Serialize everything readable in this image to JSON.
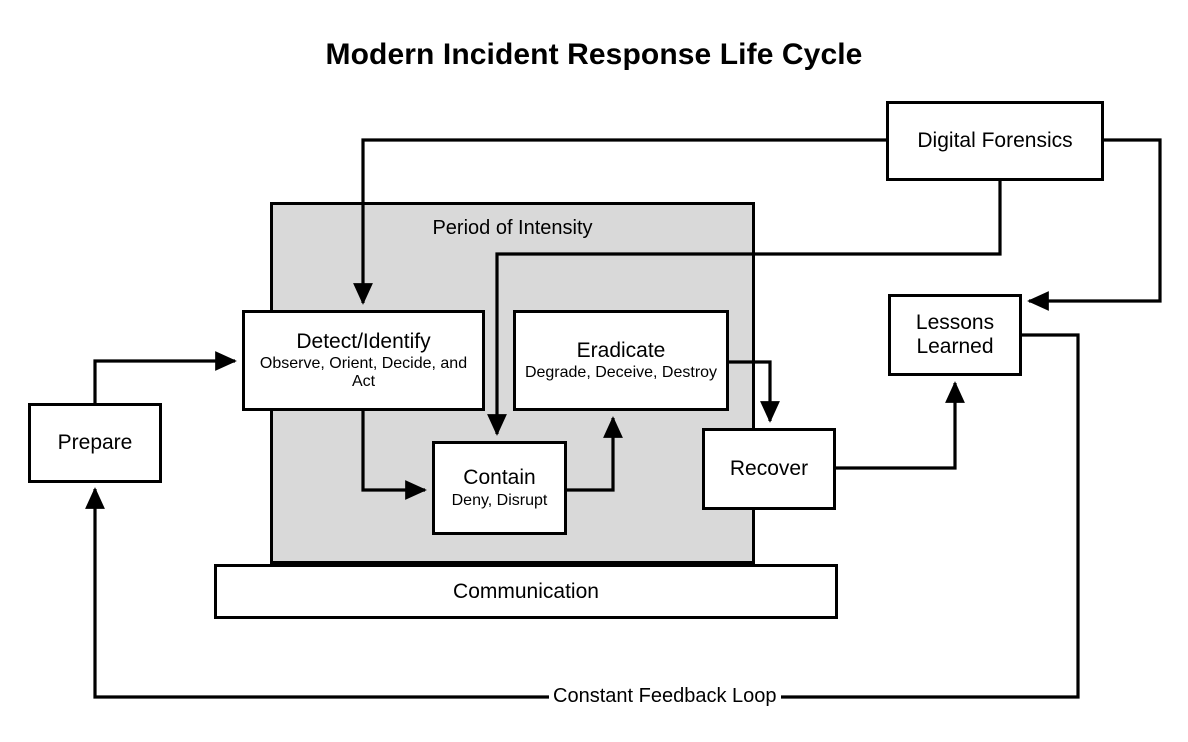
{
  "diagram": {
    "title": "Modern Incident Response Life Cycle",
    "type": "flowchart",
    "background_color": "#ffffff",
    "line_color": "#000000",
    "zone_fill_color": "#d9d9d9",
    "node_fill_color": "#ffffff"
  },
  "zone": {
    "name": "period-of-intensity",
    "label": "Period of Intensity"
  },
  "nodes": {
    "prepare": {
      "label": "Prepare",
      "sub": ""
    },
    "detect": {
      "label": "Detect/Identify",
      "sub": "Observe, Orient, Decide, and Act"
    },
    "eradicate": {
      "label": "Eradicate",
      "sub": "Degrade, Deceive, Destroy"
    },
    "contain": {
      "label": "Contain",
      "sub": "Deny, Disrupt"
    },
    "recover": {
      "label": "Recover",
      "sub": ""
    },
    "communication": {
      "label": "Communication",
      "sub": ""
    },
    "digital_forensics": {
      "label": "Digital Forensics",
      "sub": ""
    },
    "lessons_learned": {
      "label": "Lessons Learned",
      "sub": ""
    }
  },
  "connectors": {
    "feedback_loop_label": "Constant Feedback Loop",
    "edges": [
      {
        "from": "prepare",
        "to": "detect",
        "arrow": true
      },
      {
        "from": "detect",
        "to": "contain",
        "arrow": true
      },
      {
        "from": "contain",
        "to": "eradicate",
        "arrow": true
      },
      {
        "from": "eradicate",
        "to": "recover",
        "arrow": true
      },
      {
        "from": "recover",
        "to": "lessons_learned",
        "arrow": true
      },
      {
        "from": "digital_forensics",
        "to": "detect",
        "arrow": true
      },
      {
        "from": "digital_forensics",
        "to": "contain",
        "arrow": true
      },
      {
        "from": "digital_forensics",
        "to": "lessons_learned",
        "arrow": true
      },
      {
        "from": "lessons_learned",
        "to": "prepare",
        "arrow": true,
        "label": "Constant Feedback Loop"
      }
    ]
  }
}
